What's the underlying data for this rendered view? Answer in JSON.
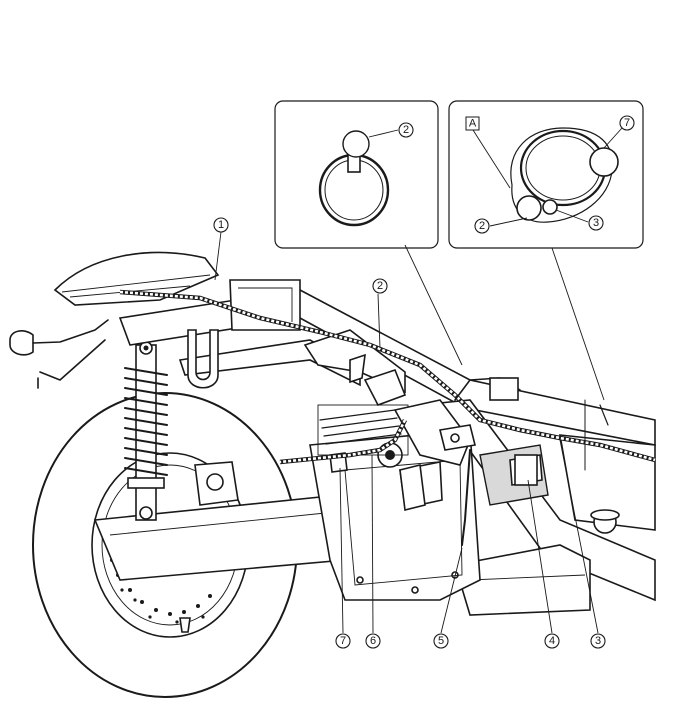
{
  "callouts": {
    "c1": "1",
    "c2_main": "2",
    "c2_inset1": "2",
    "c2_inset2": "2",
    "c3_bottom": "3",
    "c3_inset2": "3",
    "c4": "4",
    "c5": "5",
    "c6": "6",
    "c7_bottom": "7",
    "c7_inset2": "7"
  },
  "inset2_label": "A"
}
